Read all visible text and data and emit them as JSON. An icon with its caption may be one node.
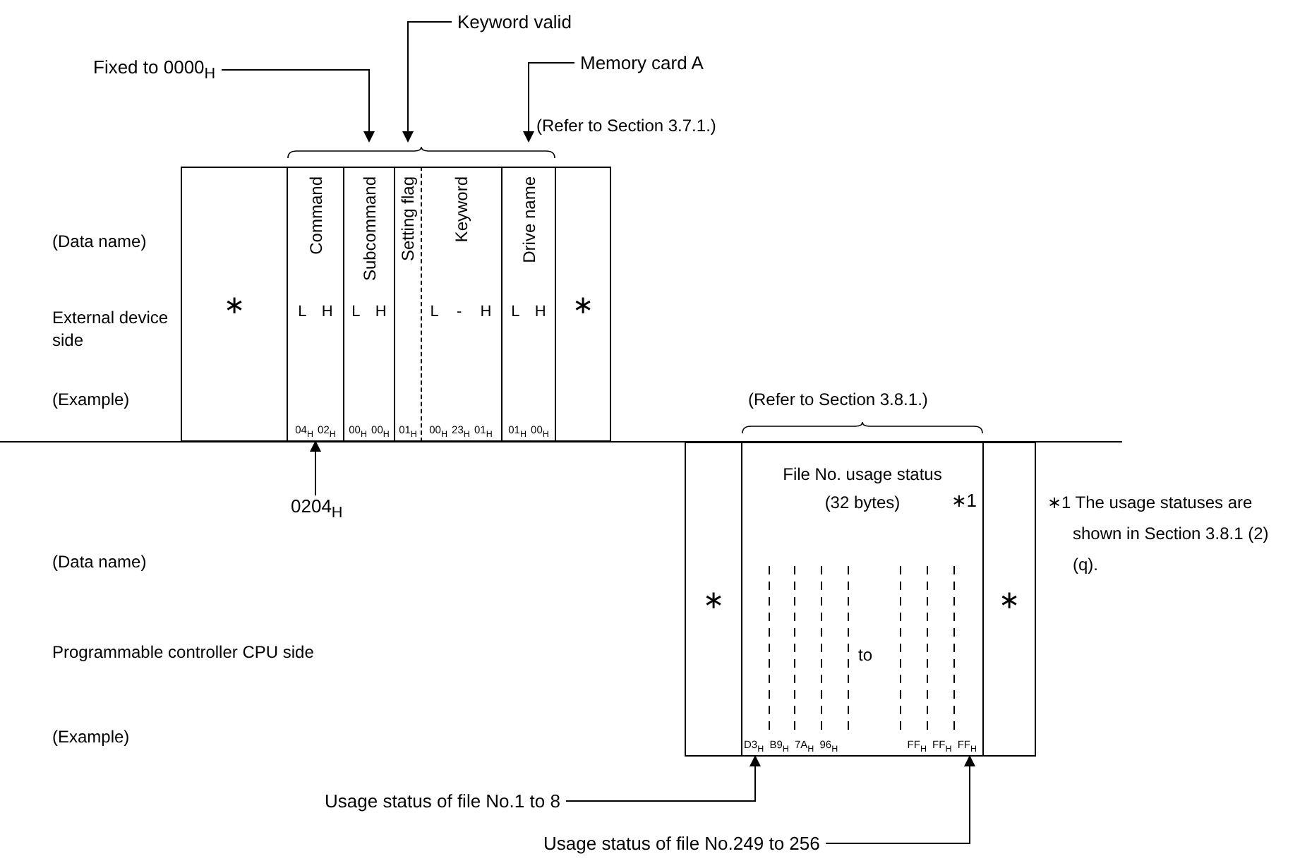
{
  "diagram": {
    "nodes": [
      {
        "text": [
          "∗"
        ]
      },
      {
        "text": [
          "Command",
          "L H",
          "04$_{H}$ 02$_{H}$"
        ]
      },
      {
        "text": [
          "Subcommand",
          "L H",
          "00$_{H}$ 00$_{H}$"
        ]
      },
      {
        "text": [
          "Setting flag",
          "01$_{H}$"
        ]
      },
      {
        "text": [
          "Keyword",
          "L - H",
          "00$_{H}$ 23$_{H}$ 01$_{H}$"
        ]
      },
      {
        "text": [
          "Drive name",
          "L H",
          "01$_{H}$ 00$_{H}$"
        ]
      },
      {
        "text": [
          "∗"
        ]
      },
      {
        "text": [
          "∗"
        ]
      },
      {
        "text": [
          "File No. usage status (32 bytes)",
          "∗1",
          "to",
          "D3$_{H}$ B9$_{H}$ 7A$_{H}$ 96$_{H}$",
          "FF$_{H}$ FF$_{H}$ FF$_{H}$"
        ]
      },
      {
        "text": [
          "∗"
        ]
      },
      {
        "text": [
          "Fixed to 0000$_{H}$"
        ]
      },
      {
        "text": [
          "Keyword valid"
        ]
      },
      {
        "text": [
          "Memory card A"
        ]
      },
      {
        "text": [
          "0204$_{H}$"
        ]
      },
      {
        "text": [
          "Usage status of file No.1 to 8"
        ]
      },
      {
        "text": [
          "Usage status of file No.249 to 256"
        ]
      }
    ],
    "edges": [
      {
        "from": 10,
        "to": 2,
        "arrow": "to"
      },
      {
        "from": 11,
        "to": 3,
        "arrow": "to"
      },
      {
        "from": 12,
        "to": 5,
        "arrow": "to"
      },
      {
        "from": 13,
        "to": 1,
        "arrow": "to"
      },
      {
        "from": 14,
        "to": 8,
        "arrow": "to"
      },
      {
        "from": 15,
        "to": 8,
        "arrow": "to"
      }
    ],
    "labels": [
      "(Refer to Section 3.7.1.)",
      "(Data name)",
      "External device side",
      "(Example)",
      "(Refer to Section 3.8.1.)",
      "(Data name)",
      "∗1 The usage statuses are shown in Section 3.8.1 (2) (q).",
      "Programmable controller CPU side",
      "(Example)"
    ]
  }
}
